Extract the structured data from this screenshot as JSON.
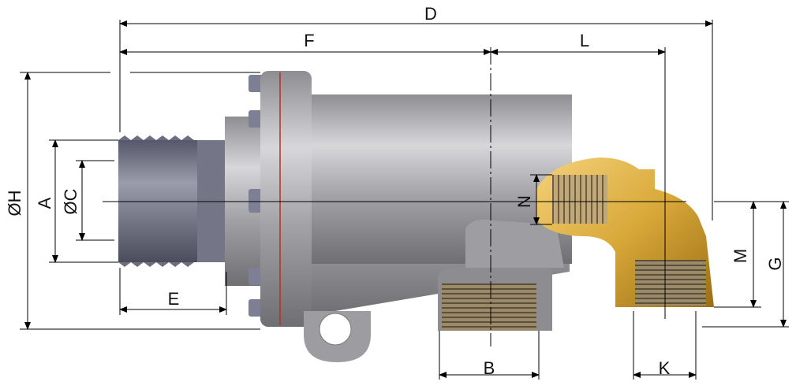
{
  "diagram": {
    "labels": {
      "D": "D",
      "F": "F",
      "L": "L",
      "H": "ØH",
      "A": "A",
      "C": "ØC",
      "N": "N",
      "M": "M",
      "G": "G",
      "E": "E",
      "B": "B",
      "K": "K"
    },
    "colors": {
      "body": "#a9a9ad",
      "thread": "#6c6e80",
      "brass": "#d9a93a",
      "dimension": "#000000"
    }
  }
}
